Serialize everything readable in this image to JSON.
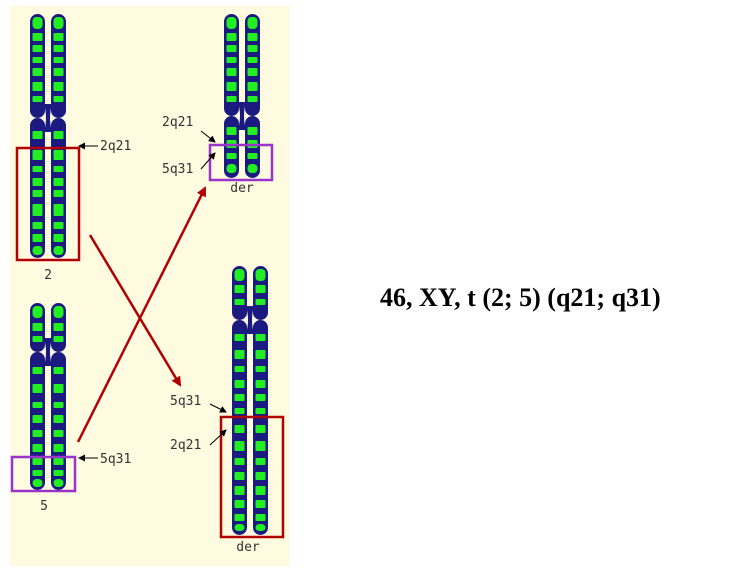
{
  "labels": {
    "chr2_break": "2q21",
    "chr5_break": "5q31",
    "der_top_2q21": "2q21",
    "der_top_5q31": "5q31",
    "der_bottom_5q31": "5q31",
    "der_bottom_2q21": "2q21"
  },
  "captions": {
    "chr2": "2",
    "chr5": "5",
    "der_top": "der",
    "der_bottom": "der"
  },
  "karyotype": "46, XY, t (2; 5) (q21; q31)",
  "colors": {
    "background_panel": "#fffbe0",
    "chromosome_body": "#1a1a80",
    "band_green": "#22ee22",
    "chr2_segment_box": "#b00000",
    "chr5_segment_box": "#9933cc",
    "translocation_arrow": "#b00000"
  }
}
